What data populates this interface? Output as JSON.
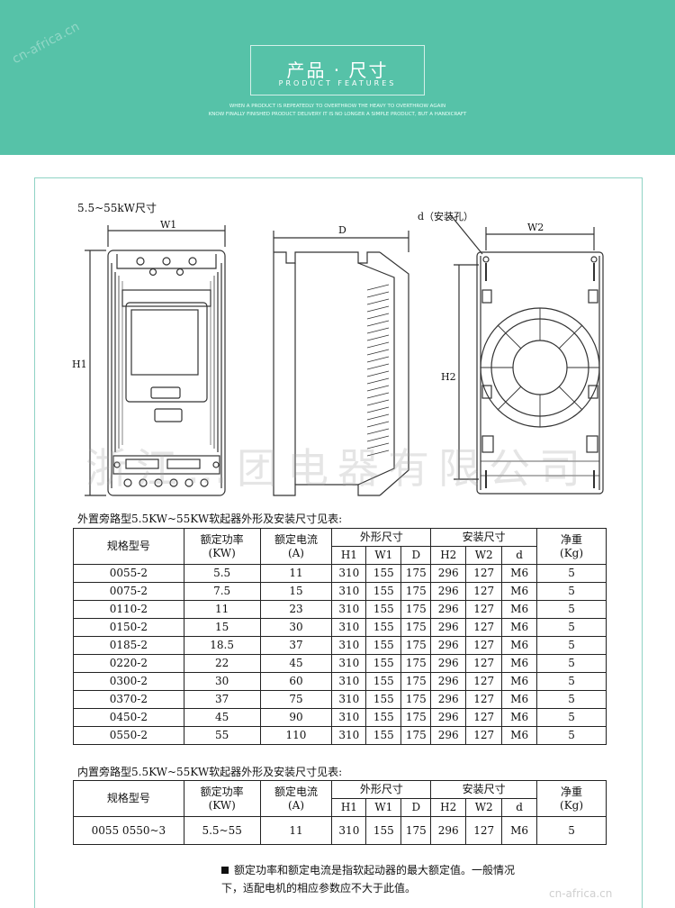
{
  "banner": {
    "title": "产品 · 尺寸",
    "subtitle": "PRODUCT FEATURES",
    "slogan1": "WHEN A PRODUCT IS REPEATEDLY TO OVERTHROW THE HEAVY TO OVERTHROW AGAIN",
    "slogan2": "KNOW FINALLY FINISHED PRODUCT DELIVERY IT IS NO LONGER A SIMPLE PRODUCT, BUT A HANDICRAFT",
    "corner_watermark": "cn-africa.cn"
  },
  "drawing": {
    "heading": "5.5~55kW尺寸",
    "labels": {
      "w1": "W1",
      "h1": "H1",
      "d": "D",
      "hole": "d（安装孔）",
      "w2": "W2",
      "h2": "H2"
    }
  },
  "watermark": "浙江…团电器有限公司",
  "watermark_bottom": "cn-africa.cn",
  "table1": {
    "caption": "外置旁路型5.5KW~55KW软起器外形及安装尺寸见表:",
    "headers": {
      "model": "规格型号",
      "power": "额定功率",
      "power_unit": "(KW)",
      "current": "额定电流",
      "current_unit": "(A)",
      "outline": "外形尺寸",
      "install": "安装尺寸",
      "weight": "净重",
      "weight_unit": "(Kg)",
      "h1": "H1",
      "w1": "W1",
      "d": "D",
      "h2": "H2",
      "w2": "W2",
      "dd": "d"
    },
    "rows": [
      [
        "0055-2",
        "5.5",
        "11",
        "310",
        "155",
        "175",
        "296",
        "127",
        "M6",
        "5"
      ],
      [
        "0075-2",
        "7.5",
        "15",
        "310",
        "155",
        "175",
        "296",
        "127",
        "M6",
        "5"
      ],
      [
        "0110-2",
        "11",
        "23",
        "310",
        "155",
        "175",
        "296",
        "127",
        "M6",
        "5"
      ],
      [
        "0150-2",
        "15",
        "30",
        "310",
        "155",
        "175",
        "296",
        "127",
        "M6",
        "5"
      ],
      [
        "0185-2",
        "18.5",
        "37",
        "310",
        "155",
        "175",
        "296",
        "127",
        "M6",
        "5"
      ],
      [
        "0220-2",
        "22",
        "45",
        "310",
        "155",
        "175",
        "296",
        "127",
        "M6",
        "5"
      ],
      [
        "0300-2",
        "30",
        "60",
        "310",
        "155",
        "175",
        "296",
        "127",
        "M6",
        "5"
      ],
      [
        "0370-2",
        "37",
        "75",
        "310",
        "155",
        "175",
        "296",
        "127",
        "M6",
        "5"
      ],
      [
        "0450-2",
        "45",
        "90",
        "310",
        "155",
        "175",
        "296",
        "127",
        "M6",
        "5"
      ],
      [
        "0550-2",
        "55",
        "110",
        "310",
        "155",
        "175",
        "296",
        "127",
        "M6",
        "5"
      ]
    ]
  },
  "table2": {
    "caption": "内置旁路型5.5KW~55KW软起器外形及安装尺寸见表:",
    "headers": {
      "model": "规格型号",
      "power": "额定功率",
      "power_unit": "(KW)",
      "current": "额定电流",
      "current_unit": "(A)",
      "outline": "外形尺寸",
      "install": "安装尺寸",
      "weight": "净重",
      "weight_unit": "(Kg)",
      "h1": "H1",
      "w1": "W1",
      "d": "D",
      "h2": "H2",
      "w2": "W2",
      "dd": "d"
    },
    "rows": [
      [
        "0055 0550~3",
        "5.5~55",
        "11",
        "310",
        "155",
        "175",
        "296",
        "127",
        "M6",
        "5"
      ]
    ]
  },
  "note": {
    "line1": "额定功率和额定电流是指软起动器的最大额定值。一般情况",
    "line2": "下，适配电机的相应参数应不大于此值。"
  }
}
